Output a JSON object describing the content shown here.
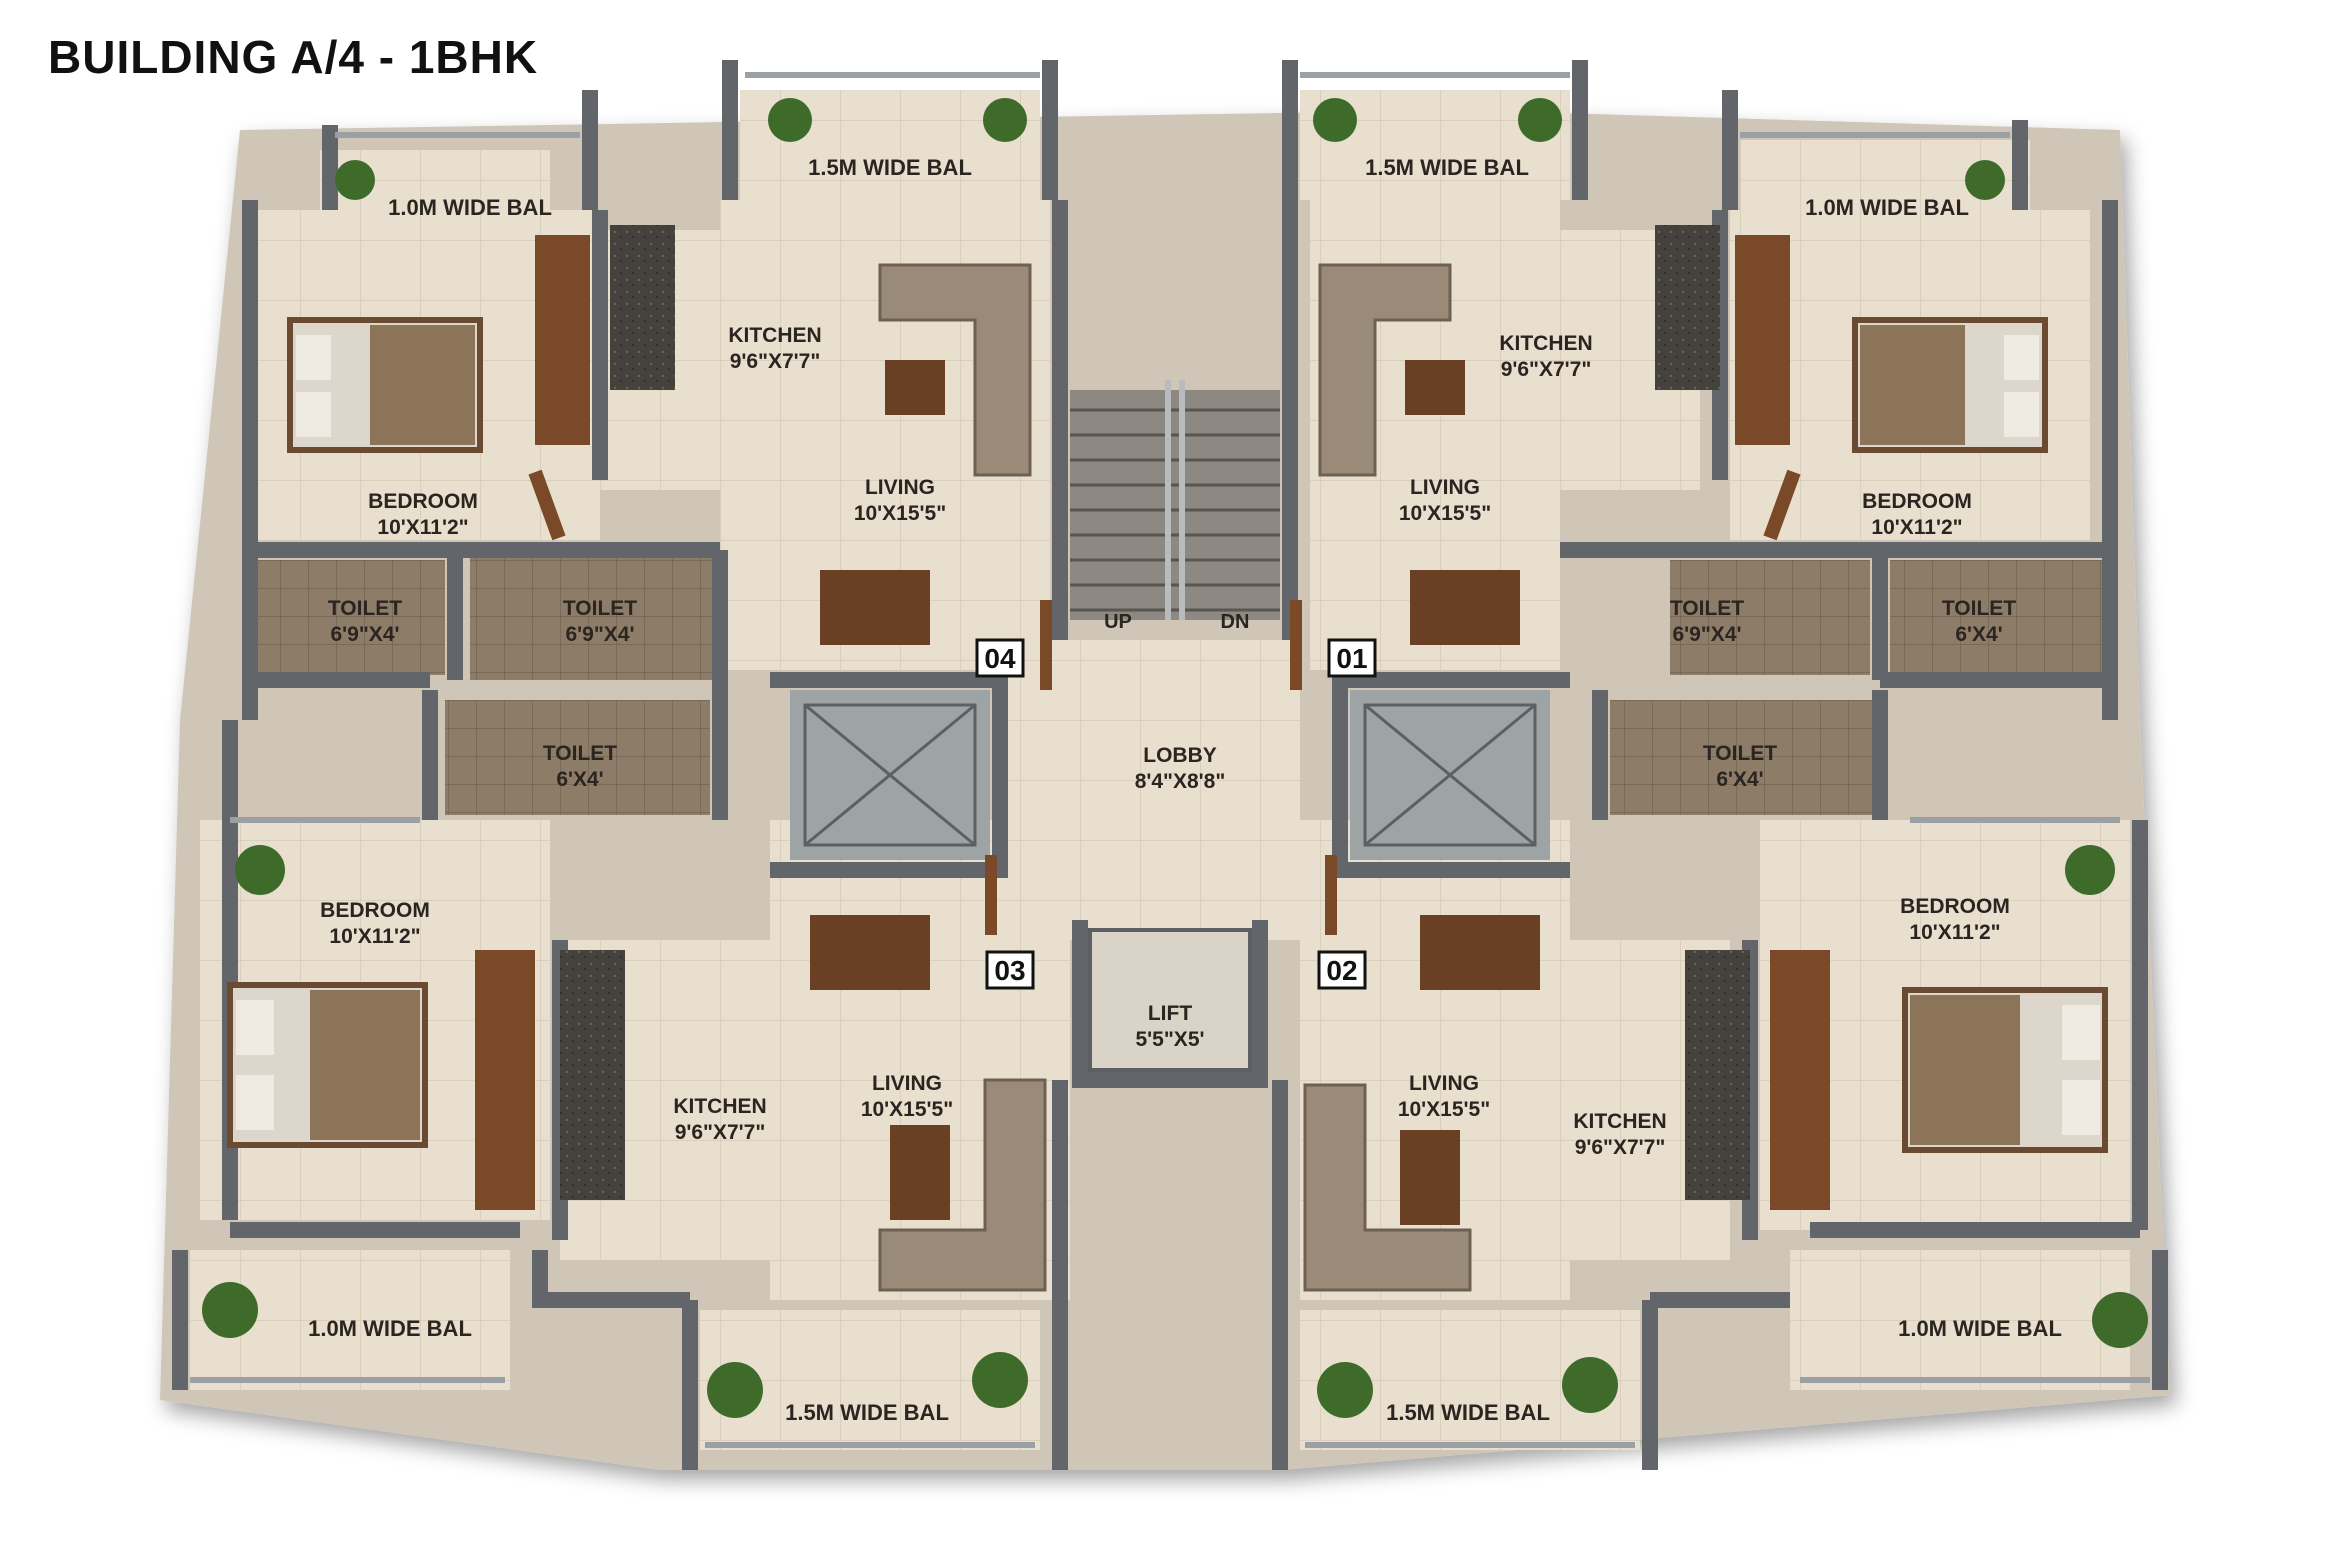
{
  "title": "BUILDING A/4 - 1BHK",
  "labels": {
    "u4_bal_top_right": "1.5M WIDE BAL",
    "u4_bal_top_left": "1.0M WIDE BAL",
    "u4_kitchen": "KITCHEN",
    "u4_kitchen_dim": "9'6\"X7'7\"",
    "u4_bedroom": "BEDROOM",
    "u4_bedroom_dim": "10'X11'2\"",
    "u4_living": "LIVING",
    "u4_living_dim": "10'X15'5\"",
    "u4_toilet_a": "TOILET",
    "u4_toilet_a_dim": "6'9\"X4'",
    "u4_toilet_b": "TOILET",
    "u4_toilet_b_dim": "6'9\"X4'",
    "u1_bal_top_left": "1.5M WIDE BAL",
    "u1_bal_top_right": "1.0M WIDE BAL",
    "u1_kitchen": "KITCHEN",
    "u1_kitchen_dim": "9'6\"X7'7\"",
    "u1_bedroom": "BEDROOM",
    "u1_bedroom_dim": "10'X11'2\"",
    "u1_living": "LIVING",
    "u1_living_dim": "10'X15'5\"",
    "u1_toilet_a": "TOILET",
    "u1_toilet_a_dim": "6'9\"X4'",
    "u1_toilet_b": "TOILET",
    "u1_toilet_b_dim": "6'X4'",
    "u3_toilet": "TOILET",
    "u3_toilet_dim": "6'X4'",
    "u3_bedroom": "BEDROOM",
    "u3_bedroom_dim": "10'X11'2\"",
    "u3_kitchen": "KITCHEN",
    "u3_kitchen_dim": "9'6\"X7'7\"",
    "u3_living": "LIVING",
    "u3_living_dim": "10'X15'5\"",
    "u3_bal_bottom_left": "1.0M WIDE BAL",
    "u3_bal_bottom_right": "1.5M WIDE BAL",
    "u2_toilet": "TOILET",
    "u2_toilet_dim": "6'X4'",
    "u2_bedroom": "BEDROOM",
    "u2_bedroom_dim": "10'X11'2\"",
    "u2_kitchen": "KITCHEN",
    "u2_kitchen_dim": "9'6\"X7'7\"",
    "u2_living": "LIVING",
    "u2_living_dim": "10'X15'5\"",
    "u2_bal_bottom_left": "1.5M WIDE BAL",
    "u2_bal_bottom_right": "1.0M WIDE BAL",
    "lobby": "LOBBY",
    "lobby_dim": "8'4\"X8'8\"",
    "lift": "LIFT",
    "lift_dim": "5'5\"X5'",
    "stair_up": "UP",
    "stair_dn": "DN",
    "unit_04": "04",
    "unit_01": "01",
    "unit_03": "03",
    "unit_02": "02"
  },
  "colors": {
    "floor": "#e6dccb",
    "wall": "#6c6f72",
    "wall_edge": "#3f4245",
    "toilet_tile": "#8a7a66",
    "kitchen_counter": "#4a4540",
    "wood": "#7a4a28",
    "plant": "#3f6b2a",
    "bed_cover": "#8c7458",
    "sofa": "#9a8a78"
  }
}
